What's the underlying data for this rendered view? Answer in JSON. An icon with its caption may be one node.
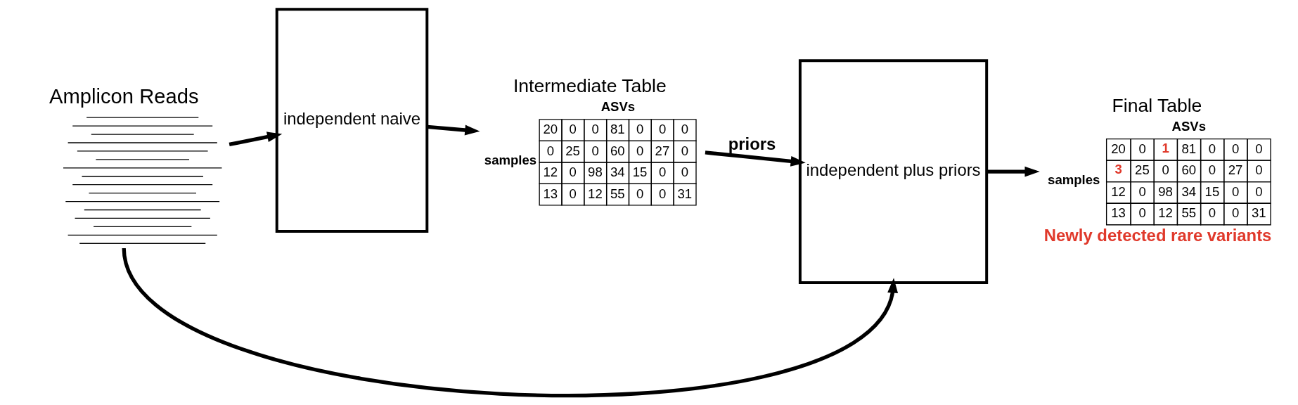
{
  "diagram": {
    "nodes": [
      {
        "text": [
          "Amplicon Reads"
        ]
      },
      {
        "text": [
          "independent naive"
        ]
      },
      {
        "text": [
          "Intermediate Table",
          "ASVs",
          "samples"
        ]
      },
      {
        "text": [
          "independent plus priors"
        ]
      },
      {
        "text": [
          "Final Table",
          "ASVs",
          "samples"
        ],
        "beside": [
          "Newly detected rare variants"
        ]
      }
    ],
    "edges": [
      {
        "from": 0,
        "to": 1,
        "arrow": "to"
      },
      {
        "from": 1,
        "to": 2,
        "arrow": "to"
      },
      {
        "from": 2,
        "to": 3,
        "arrow": "to",
        "label": "priors"
      },
      {
        "from": 3,
        "to": 4,
        "arrow": "to"
      },
      {
        "from": 0,
        "to": 3,
        "arrow": "to"
      }
    ],
    "labels": [
      "20",
      "0",
      "0",
      "81",
      "0",
      "0",
      "0",
      "0",
      "25",
      "0",
      "60",
      "0",
      "27",
      "0",
      "12",
      "0",
      "98",
      "34",
      "15",
      "0",
      "0",
      "13",
      "0",
      "12",
      "55",
      "0",
      "0",
      "31",
      "20",
      "0",
      "**1**",
      "81",
      "0",
      "0",
      "0",
      "**3**",
      "25",
      "0",
      "60",
      "0",
      "27",
      "0",
      "12",
      "0",
      "98",
      "34",
      "15",
      "0",
      "0",
      "13",
      "0",
      "12",
      "55",
      "0",
      "0",
      "31"
    ]
  }
}
